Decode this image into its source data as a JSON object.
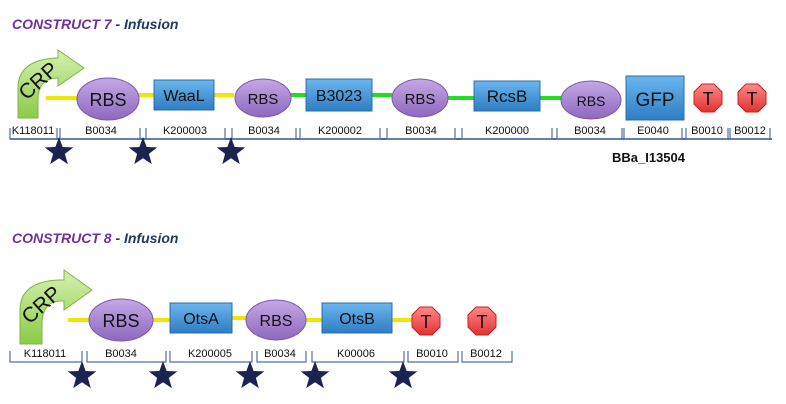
{
  "colors": {
    "title_construct": "#7030A0",
    "title_suffix": "#1F3864",
    "rbs_fill": "#9E7BC9",
    "rbs_stroke": "#7A5AA8",
    "cds_fill": "#3E95D8",
    "cds_stroke": "#2A6FA8",
    "terminator_fill": "#EE4444",
    "promoter_fill": "#92D050",
    "link_yellow": "#F2E500",
    "link_green": "#22DD22",
    "bracket": "#4F6FA8",
    "star": "#1B2450"
  },
  "constructs": [
    {
      "title": "CONSTRUCT  7",
      "subtitle": " - Infusion",
      "biobrick_label": "BBa_I13504",
      "promoter": {
        "text": "CRP",
        "label": "K118011"
      },
      "parts": [
        {
          "type": "rbs",
          "text": "RBS",
          "label": "B0034"
        },
        {
          "type": "cds",
          "text": "WaaL",
          "label": "K200003"
        },
        {
          "type": "rbs",
          "text": "RBS",
          "label": "B0034"
        },
        {
          "type": "cds",
          "text": "B3023",
          "label": "K200002"
        },
        {
          "type": "rbs",
          "text": "RBS",
          "label": "B0034"
        },
        {
          "type": "cds",
          "text": "RcsB",
          "label": "K200000"
        },
        {
          "type": "rbs",
          "text": "RBS",
          "label": "B0034"
        },
        {
          "type": "cds",
          "text": "GFP",
          "label": "E0040"
        },
        {
          "type": "term",
          "text": "T",
          "label": "B0010"
        },
        {
          "type": "term",
          "text": "T",
          "label": "B0012"
        }
      ],
      "star_count": 3
    },
    {
      "title": "CONSTRUCT  8",
      "subtitle": " - Infusion",
      "biobrick_label": "",
      "promoter": {
        "text": "CRP",
        "label": "K118011"
      },
      "parts": [
        {
          "type": "rbs",
          "text": "RBS",
          "label": "B0034"
        },
        {
          "type": "cds",
          "text": "OtsA",
          "label": "K200005"
        },
        {
          "type": "rbs",
          "text": "RBS",
          "label": "B0034"
        },
        {
          "type": "cds",
          "text": "OtsB",
          "label": "K00006"
        },
        {
          "type": "term",
          "text": "T",
          "label": "B0010"
        },
        {
          "type": "term",
          "text": "T",
          "label": "B0012"
        }
      ],
      "star_count": 5
    }
  ]
}
